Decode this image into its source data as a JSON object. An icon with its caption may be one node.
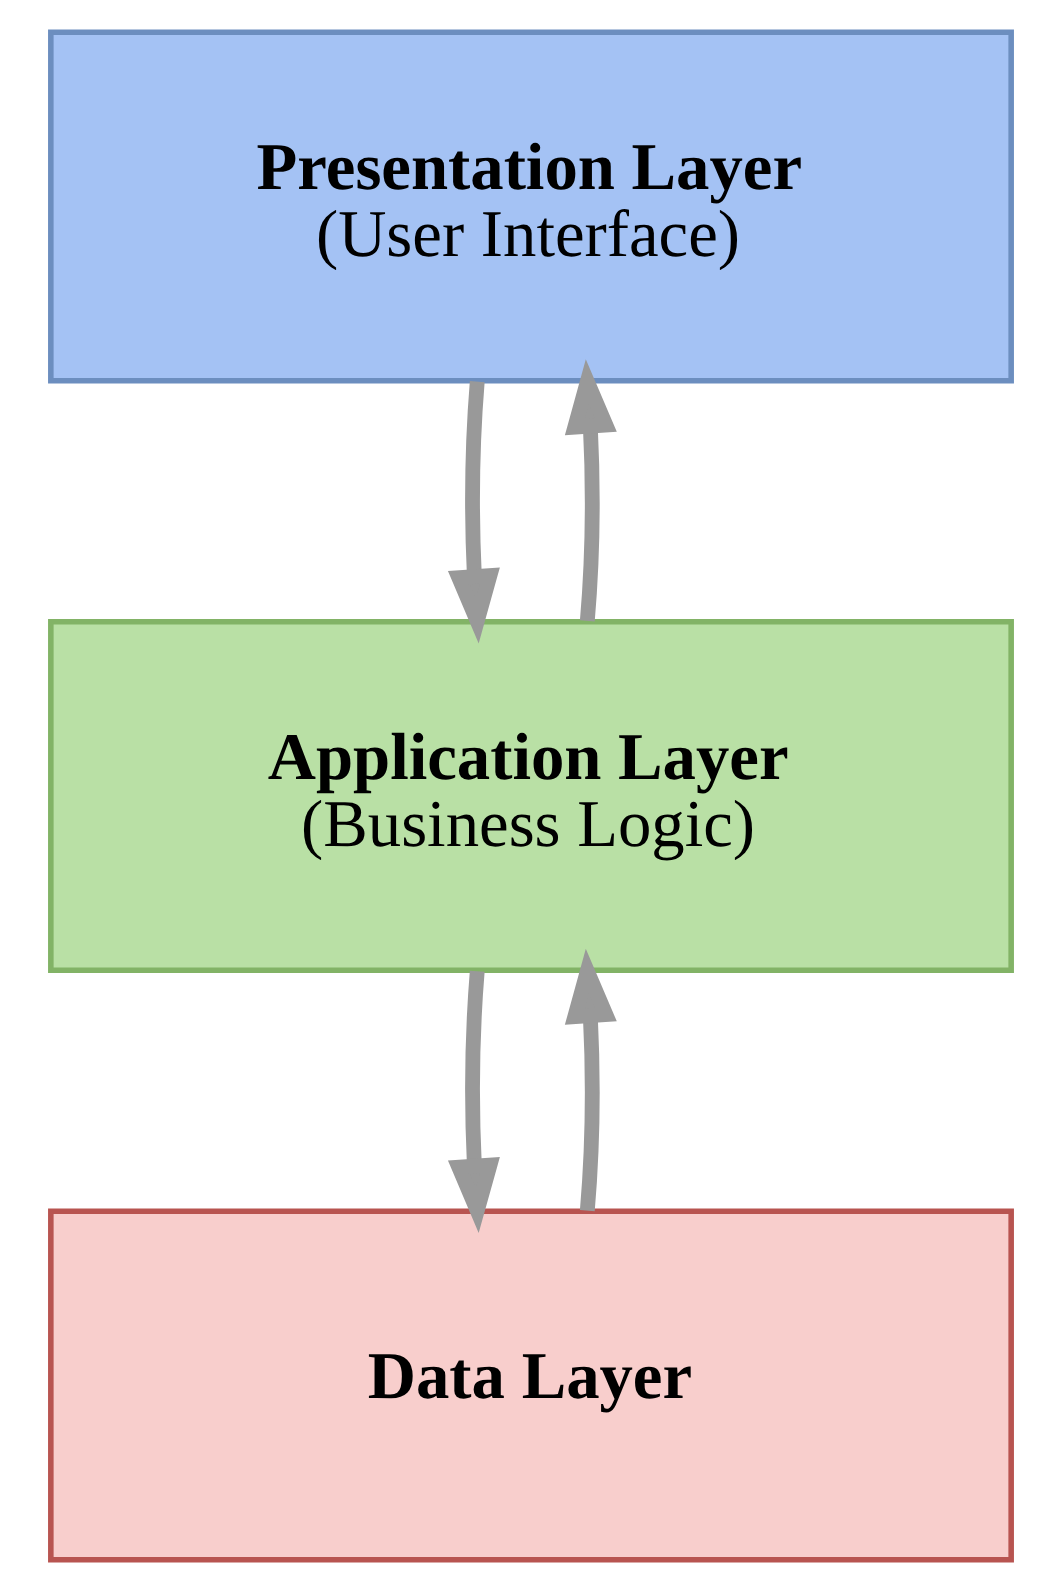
{
  "diagram": {
    "nodes": [
      {
        "text": [
          "Presentation Layer",
          "(User Interface)"
        ]
      },
      {
        "text": [
          "Application Layer",
          "(Business Logic)"
        ]
      },
      {
        "text": [
          "Data Layer"
        ]
      }
    ],
    "edges": [
      {
        "from": 1,
        "to": 0,
        "arrow": "to"
      },
      {
        "from": 0,
        "to": 1,
        "arrow": "to"
      },
      {
        "from": 2,
        "to": 1,
        "arrow": "to"
      },
      {
        "from": 1,
        "to": 2,
        "arrow": "to"
      }
    ]
  }
}
